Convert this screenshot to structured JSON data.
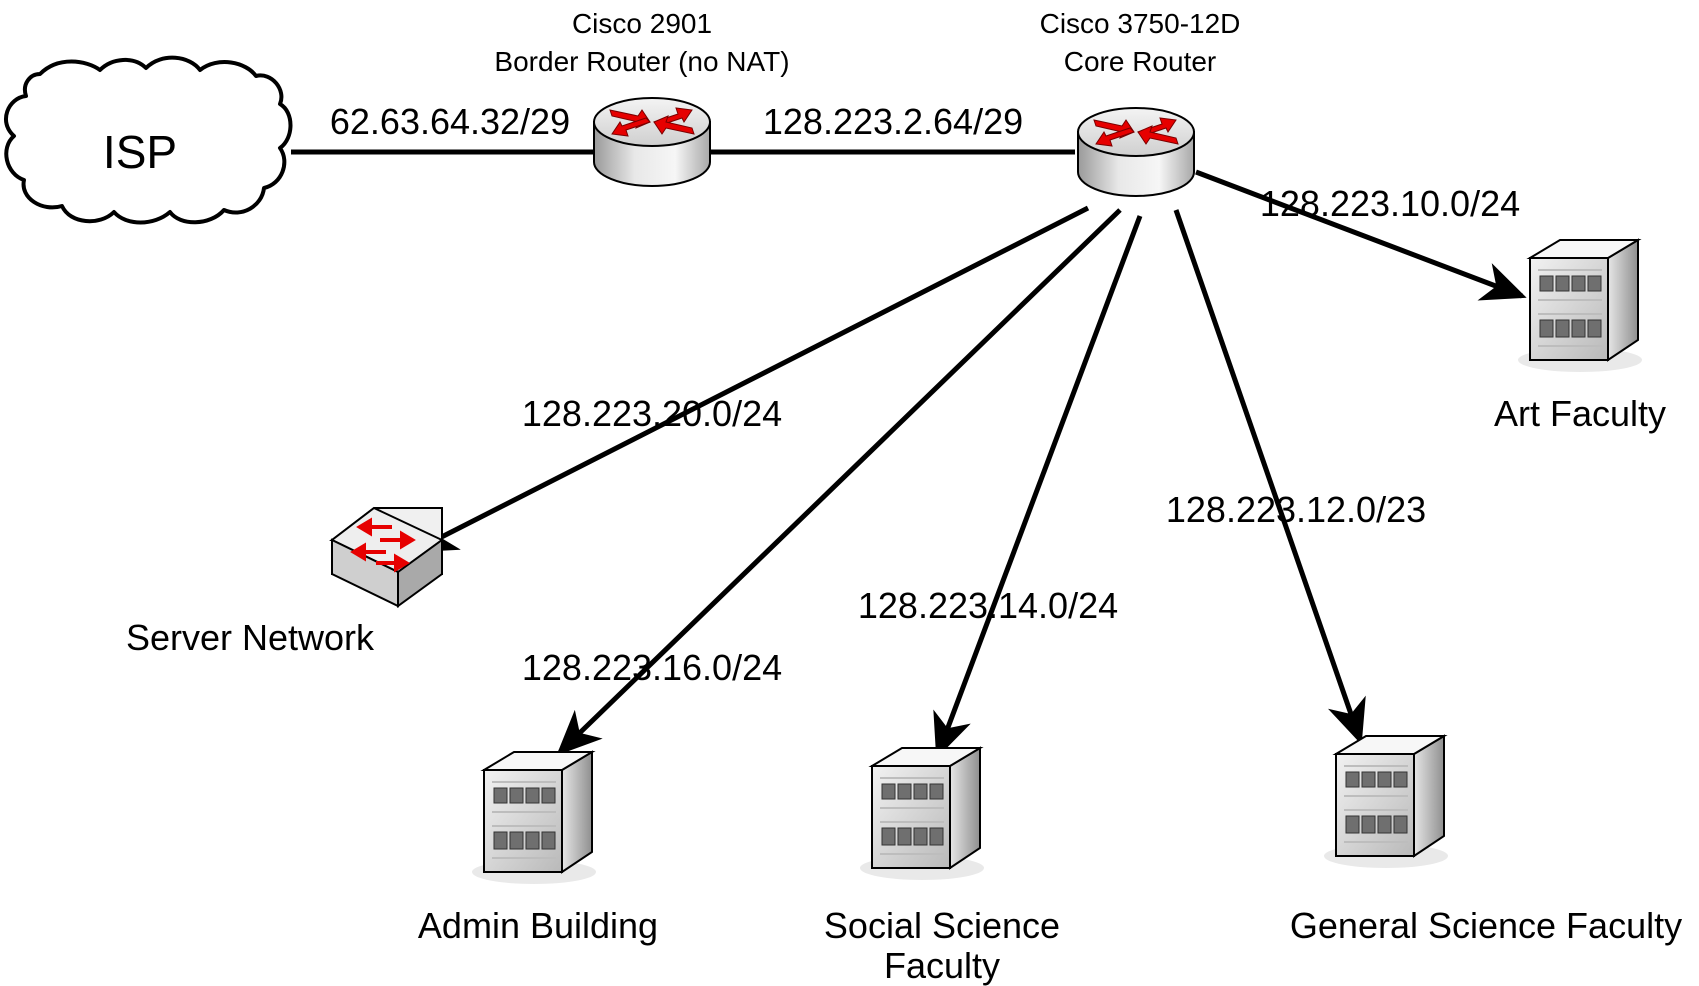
{
  "isp": {
    "label": "ISP"
  },
  "border_router": {
    "title": "Cisco 2901",
    "subtitle": "Border Router (no NAT)"
  },
  "core_router": {
    "title": "Cisco 3750-12D",
    "subtitle": "Core Router"
  },
  "links": {
    "isp_border": "62.63.64.32/29",
    "border_core": "128.223.2.64/29",
    "art": "128.223.10.0/24",
    "server": "128.223.20.0/24",
    "general_science": "128.223.12.0/23",
    "social_science": "128.223.14.0/24",
    "admin": "128.223.16.0/24"
  },
  "nodes": {
    "art": "Art Faculty",
    "server": "Server Network",
    "admin": "Admin Building",
    "social_line1": "Social Science",
    "social_line2": "Faculty",
    "general_science": "General Science Faculty"
  },
  "colors": {
    "arrow_red": "#e60000",
    "device_gray": "#cfcfcf",
    "line": "#000000"
  }
}
